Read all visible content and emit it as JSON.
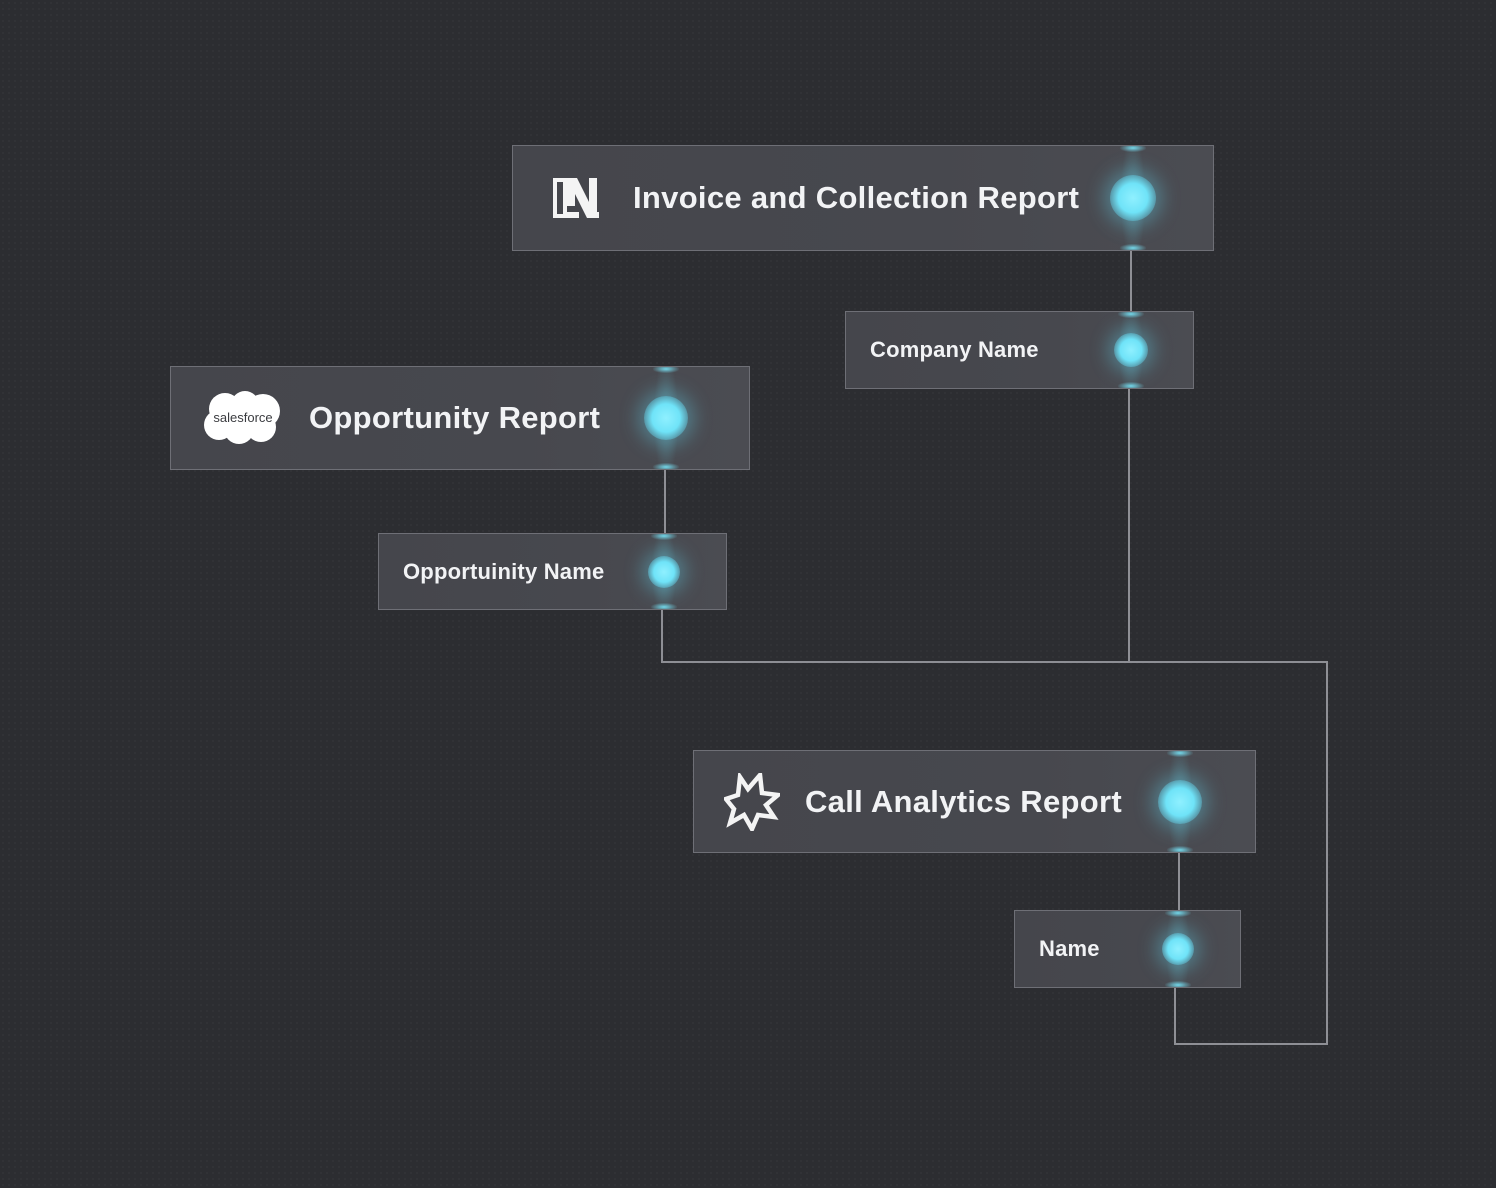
{
  "diagram": {
    "nodes": {
      "invoice_report": {
        "label": "Invoice and Collection Report",
        "icon": "netsuite-icon",
        "kind": "report"
      },
      "company_name": {
        "label": "Company Name",
        "kind": "field"
      },
      "opportunity_report": {
        "label": "Opportunity Report",
        "icon": "salesforce-icon",
        "icon_text": "salesforce",
        "kind": "report"
      },
      "opportunity_name": {
        "label": "Opportuinity Name",
        "kind": "field"
      },
      "call_report": {
        "label": "Call Analytics Report",
        "icon": "starburst-icon",
        "kind": "report"
      },
      "name_field": {
        "label": "Name",
        "kind": "field"
      }
    },
    "edges": [
      {
        "from": "invoice_report",
        "to": "company_name"
      },
      {
        "from": "opportunity_report",
        "to": "opportunity_name"
      },
      {
        "from": "call_report",
        "to": "name_field"
      },
      {
        "from": "opportunity_name",
        "to": "company_name"
      },
      {
        "from": "company_name",
        "to": "name_field"
      }
    ],
    "colors": {
      "background": "#2c2d31",
      "node_fill": "#47484e",
      "node_border": "#6e6f76",
      "connector": "#8e8f95",
      "port_glow": "#6fe3f8",
      "text": "#f2f3f5"
    }
  }
}
